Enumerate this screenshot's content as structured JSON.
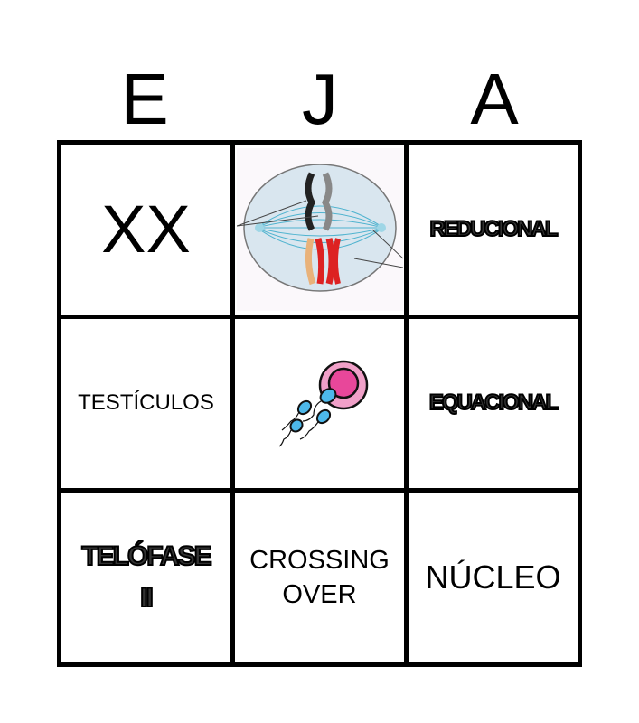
{
  "header": {
    "letters": [
      "E",
      "J",
      "A"
    ]
  },
  "cells": {
    "r1c1": "XX",
    "r1c2_image": "meiosis-cell-image",
    "r1c3": "REDUCIONAL",
    "r2c1": "TESTÍCULOS",
    "r2c2_image": "fertilization-image",
    "r2c3": "EQUACIONAL",
    "r3c1_line1": "TELÓFASE",
    "r3c1_line2": "II",
    "r3c2_line1": "CROSSING",
    "r3c2_line2": "OVER",
    "r3c3": "NÚCLEO"
  }
}
